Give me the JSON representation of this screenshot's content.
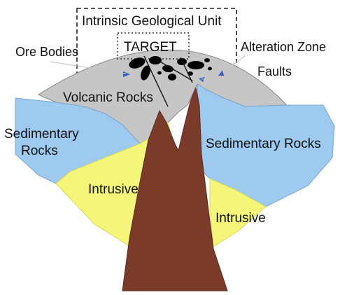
{
  "labels": {
    "intrinsic_unit": "Intrinsic Geological Unit",
    "target": "TARGET",
    "ore_bodies": "Ore Bodies",
    "alteration_zone": "Alteration Zone",
    "faults": "Faults",
    "volcanic_rocks": "Volcanic Rocks",
    "sedimentary_left_line1": "Sedimentary",
    "sedimentary_left_line2": "Rocks",
    "sedimentary_right": "Sedimentary Rocks",
    "intrusive_left": "Intrusive",
    "intrusive_right": "Intrusive"
  },
  "colors": {
    "volcanic": "#c6c6c6",
    "sedimentary": "#9fcaf0",
    "intrusive": "#f5f57a",
    "dyke": "#7b3b2a",
    "ore": "#000000",
    "alteration_marker": "#3b5bb8"
  }
}
